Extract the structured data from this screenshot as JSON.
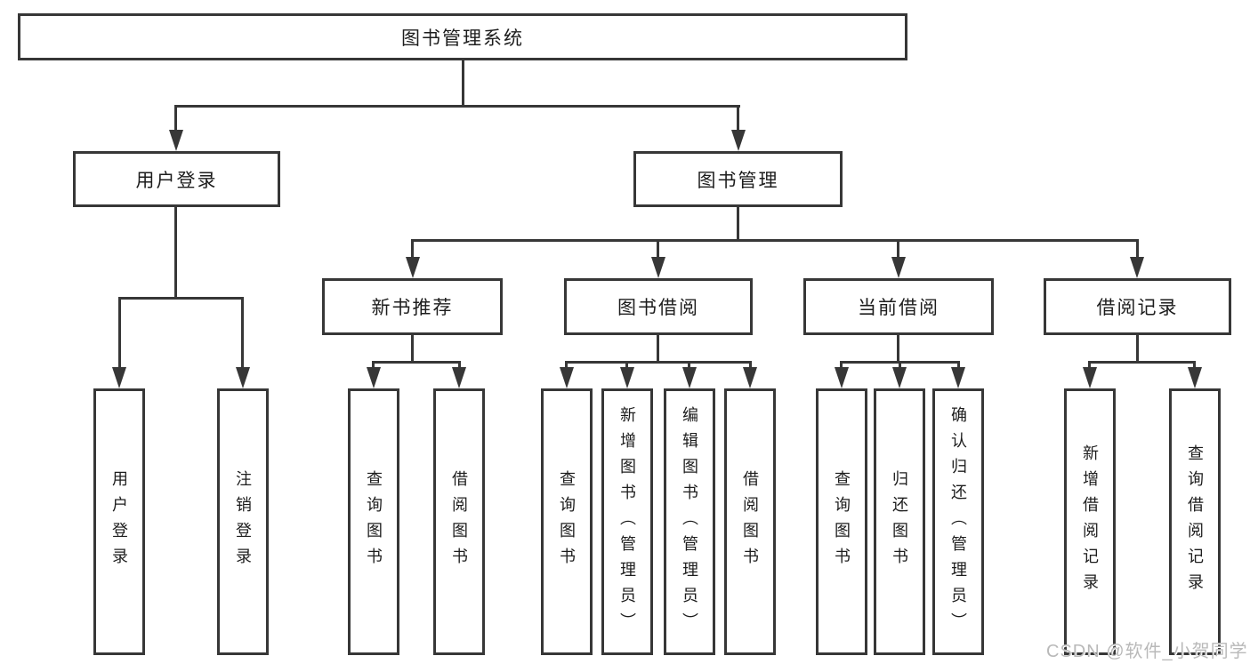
{
  "diagram": {
    "root": {
      "label": "图书管理系统"
    },
    "level2": [
      {
        "id": "user-login",
        "label": "用户登录"
      },
      {
        "id": "book-management",
        "label": "图书管理"
      }
    ],
    "level3": [
      {
        "id": "new-book-recommend",
        "label": "新书推荐",
        "parent": "图书管理"
      },
      {
        "id": "book-borrow",
        "label": "图书借阅",
        "parent": "图书管理"
      },
      {
        "id": "current-borrow",
        "label": "当前借阅",
        "parent": "图书管理"
      },
      {
        "id": "borrow-record",
        "label": "借阅记录",
        "parent": "图书管理"
      }
    ],
    "leaves": [
      {
        "label": "用户登录",
        "parent": "用户登录"
      },
      {
        "label": "注销登录",
        "parent": "用户登录"
      },
      {
        "label": "查询图书",
        "parent": "新书推荐"
      },
      {
        "label": "借阅图书",
        "parent": "新书推荐"
      },
      {
        "label": "查询图书",
        "parent": "图书借阅"
      },
      {
        "label": "新增图书（管理员）",
        "parent": "图书借阅"
      },
      {
        "label": "编辑图书（管理员）",
        "parent": "图书借阅"
      },
      {
        "label": "借阅图书",
        "parent": "图书借阅"
      },
      {
        "label": "查询图书",
        "parent": "当前借阅"
      },
      {
        "label": "归还图书",
        "parent": "当前借阅"
      },
      {
        "label": "确认归还（管理员）",
        "parent": "当前借阅"
      },
      {
        "label": "新增借阅记录",
        "parent": "借阅记录"
      },
      {
        "label": "查询借阅记录",
        "parent": "借阅记录"
      }
    ],
    "watermark": "CSDN @软件_小贺同学",
    "colors": {
      "line": "#373737",
      "text": "#1d1d1d",
      "background": "#ffffff",
      "watermark": "#b9b9b9"
    }
  }
}
